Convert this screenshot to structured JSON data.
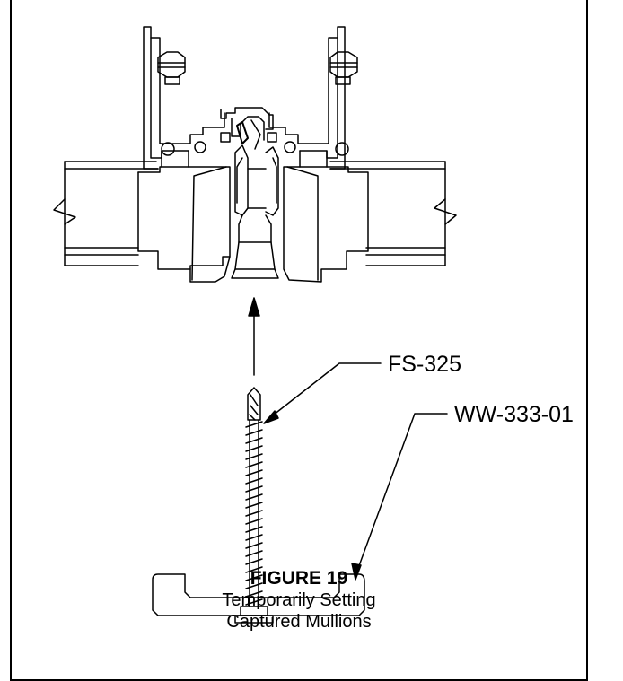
{
  "callouts": {
    "fastener": "FS-325",
    "setting_block": "WW-333-01"
  },
  "caption": {
    "title": "FIGURE 19",
    "line1": "Temporarily Setting",
    "line2": "Captured Mullions"
  }
}
